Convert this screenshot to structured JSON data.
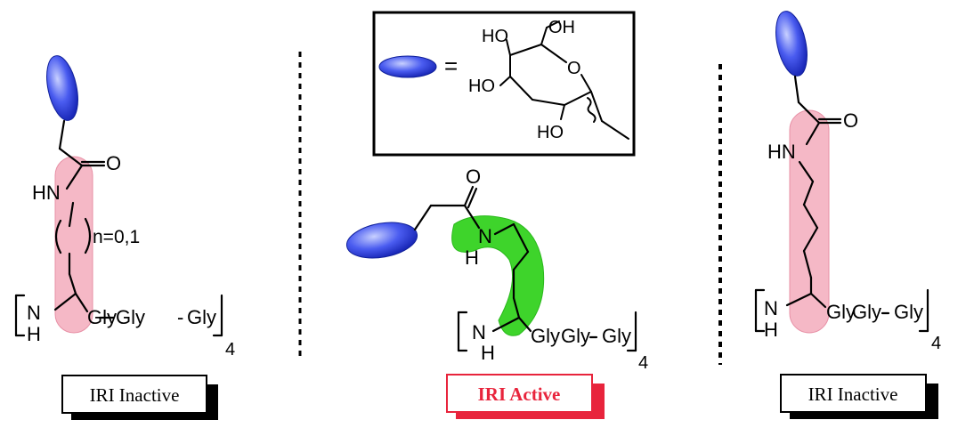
{
  "legend_box": {
    "equals": "=",
    "atoms": [
      "HO",
      "OH",
      "O",
      "HO",
      "HO"
    ]
  },
  "panels": [
    {
      "carbonyl_o": "O",
      "nh": "HN",
      "repeat_label": "n=0,1",
      "backbone_n": "N",
      "backbone_h": "H",
      "gly1": "Gly",
      "dash": "-",
      "gly2": "Gly",
      "gly3": "Gly",
      "subscript": "4",
      "status_label": "IRI Inactive",
      "status_color": "#000000",
      "highlight_color": "#f5b8c6"
    },
    {
      "carbonyl_o": "O",
      "nh_n": "N",
      "nh_h": "H",
      "backbone_n": "N",
      "backbone_h": "H",
      "gly1": "Gly",
      "dash": "-",
      "gly2": "Gly",
      "gly3": "Gly",
      "subscript": "4",
      "status_label": "IRI Active",
      "status_color": "#e8243c",
      "highlight_color": "#3ed42b"
    },
    {
      "carbonyl_o": "O",
      "nh": "HN",
      "backbone_n": "N",
      "backbone_h": "H",
      "gly1": "Gly",
      "dash": "-",
      "gly2": "Gly",
      "gly3": "Gly",
      "subscript": "4",
      "status_label": "IRI Inactive",
      "status_color": "#000000",
      "highlight_color": "#f5b8c6"
    }
  ],
  "colors": {
    "sugar_blue": "#2b3fe0",
    "divider": "#000000"
  }
}
